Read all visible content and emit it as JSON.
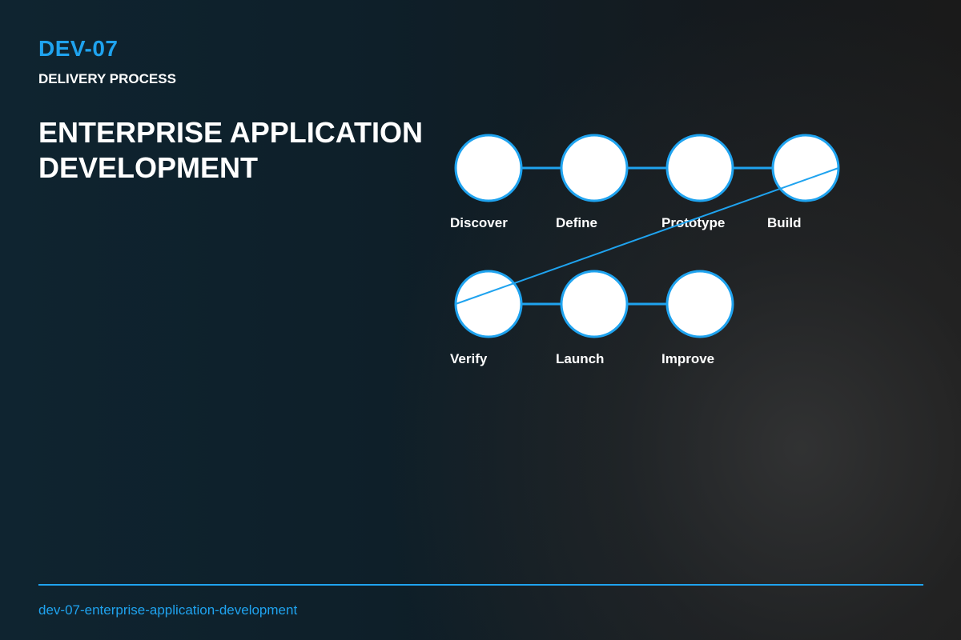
{
  "header": {
    "code": "DEV-07",
    "kicker": "DELIVERY PROCESS",
    "title": "ENTERPRISE APPLICATION DEVELOPMENT"
  },
  "diagram": {
    "steps": [
      {
        "label": "Discover"
      },
      {
        "label": "Define"
      },
      {
        "label": "Prototype"
      },
      {
        "label": "Build"
      },
      {
        "label": "Verify"
      },
      {
        "label": "Launch"
      },
      {
        "label": "Improve"
      }
    ],
    "connections": [
      [
        0,
        1
      ],
      [
        1,
        2
      ],
      [
        2,
        3
      ],
      [
        3,
        4
      ],
      [
        4,
        5
      ],
      [
        5,
        6
      ]
    ],
    "accent_color": "#1fa3ef",
    "node_fill": "#ffffff"
  },
  "footer": {
    "slug": "dev-07-enterprise-application-development"
  }
}
